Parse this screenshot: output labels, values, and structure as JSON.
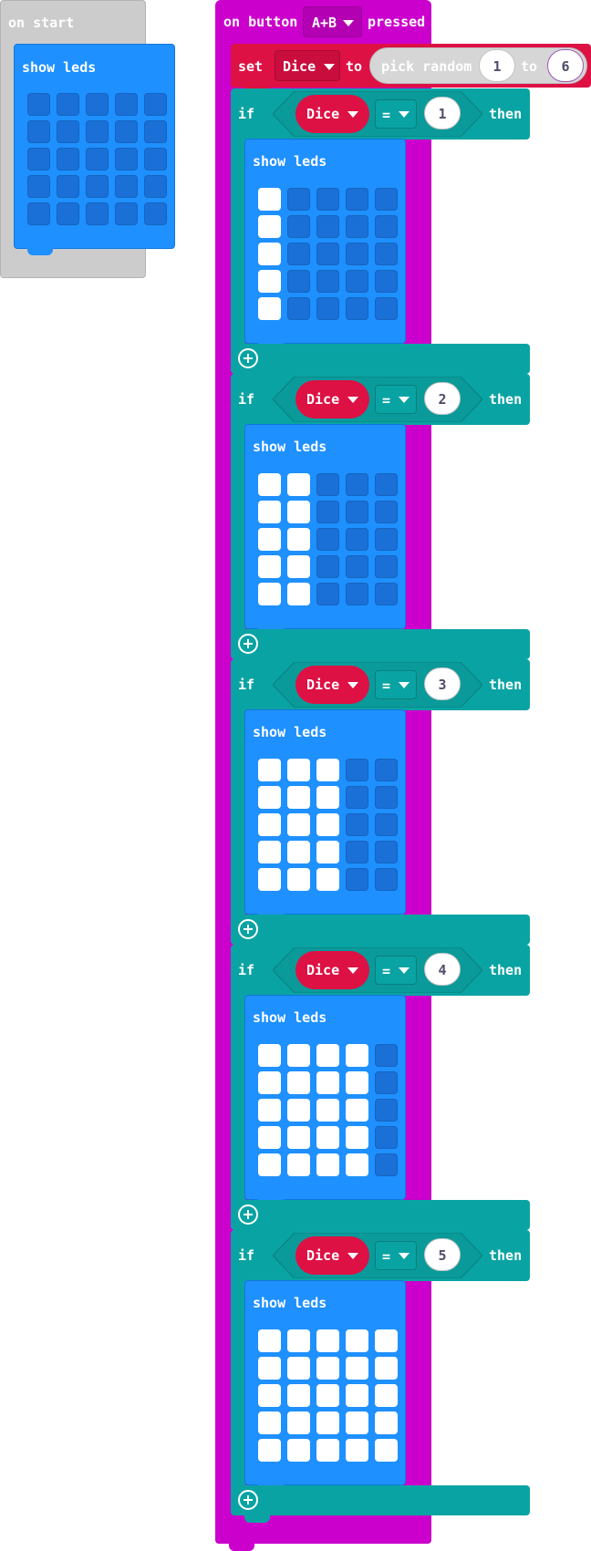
{
  "on_start": {
    "label": "on start",
    "show_leds": {
      "label": "show leds",
      "leds": [
        [
          0,
          0,
          0,
          0,
          0
        ],
        [
          0,
          0,
          0,
          0,
          0
        ],
        [
          0,
          0,
          0,
          0,
          0
        ],
        [
          0,
          0,
          0,
          0,
          0
        ],
        [
          0,
          0,
          0,
          0,
          0
        ]
      ]
    }
  },
  "button_event": {
    "prefix": "on button",
    "button": "A+B",
    "suffix": "pressed",
    "set_block": {
      "keyword": "set",
      "variable": "Dice",
      "to": "to",
      "random_label": "pick random",
      "from": "1",
      "to_word": "to",
      "max": "6"
    },
    "ifs": [
      {
        "keyword": "if",
        "variable": "Dice",
        "operator": "=",
        "value": "1",
        "then": "then",
        "show_label": "show leds",
        "leds": [
          [
            1,
            0,
            0,
            0,
            0
          ],
          [
            1,
            0,
            0,
            0,
            0
          ],
          [
            1,
            0,
            0,
            0,
            0
          ],
          [
            1,
            0,
            0,
            0,
            0
          ],
          [
            1,
            0,
            0,
            0,
            0
          ]
        ]
      },
      {
        "keyword": "if",
        "variable": "Dice",
        "operator": "=",
        "value": "2",
        "then": "then",
        "show_label": "show leds",
        "leds": [
          [
            1,
            1,
            0,
            0,
            0
          ],
          [
            1,
            1,
            0,
            0,
            0
          ],
          [
            1,
            1,
            0,
            0,
            0
          ],
          [
            1,
            1,
            0,
            0,
            0
          ],
          [
            1,
            1,
            0,
            0,
            0
          ]
        ]
      },
      {
        "keyword": "if",
        "variable": "Dice",
        "operator": "=",
        "value": "3",
        "then": "then",
        "show_label": "show leds",
        "leds": [
          [
            1,
            1,
            1,
            0,
            0
          ],
          [
            1,
            1,
            1,
            0,
            0
          ],
          [
            1,
            1,
            1,
            0,
            0
          ],
          [
            1,
            1,
            1,
            0,
            0
          ],
          [
            1,
            1,
            1,
            0,
            0
          ]
        ]
      },
      {
        "keyword": "if",
        "variable": "Dice",
        "operator": "=",
        "value": "4",
        "then": "then",
        "show_label": "show leds",
        "leds": [
          [
            1,
            1,
            1,
            1,
            0
          ],
          [
            1,
            1,
            1,
            1,
            0
          ],
          [
            1,
            1,
            1,
            1,
            0
          ],
          [
            1,
            1,
            1,
            1,
            0
          ],
          [
            1,
            1,
            1,
            1,
            0
          ]
        ]
      },
      {
        "keyword": "if",
        "variable": "Dice",
        "operator": "=",
        "value": "5",
        "then": "then",
        "show_label": "show leds",
        "leds": [
          [
            1,
            1,
            1,
            1,
            1
          ],
          [
            1,
            1,
            1,
            1,
            1
          ],
          [
            1,
            1,
            1,
            1,
            1
          ],
          [
            1,
            1,
            1,
            1,
            1
          ],
          [
            1,
            1,
            1,
            1,
            1
          ]
        ]
      }
    ]
  },
  "colors": {
    "event": "#cc00cc",
    "logic": "#0aa3a3",
    "variables": "#dd1144",
    "basic": "#1e90ff",
    "disabled": "#cccccc",
    "led_on": "#ffffff",
    "led_off": "#1a70d6"
  },
  "icons": {
    "dropdown": "caret-down-icon",
    "add": "plus-circle-icon"
  }
}
